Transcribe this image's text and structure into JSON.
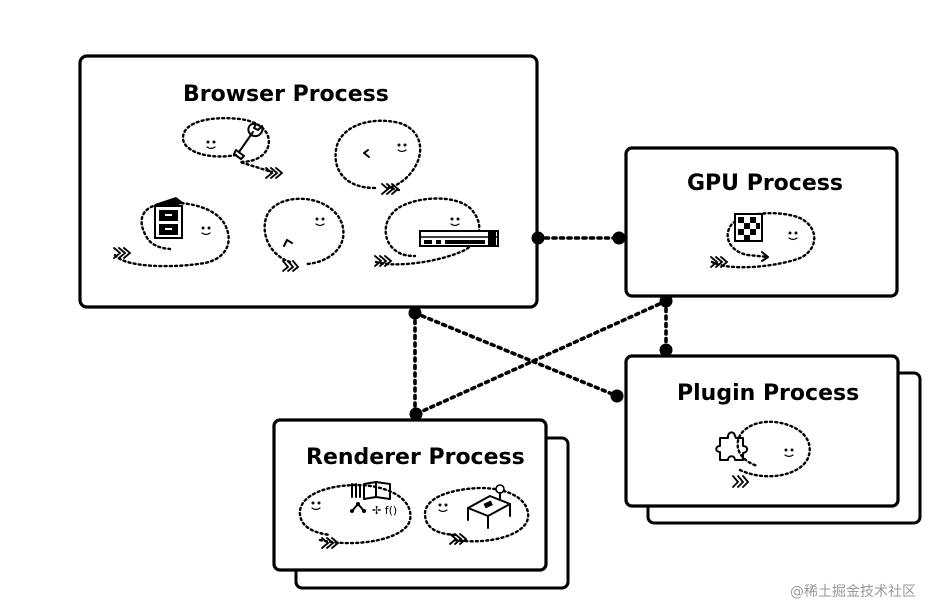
{
  "diagram": {
    "browser": {
      "title": "Browser Process"
    },
    "gpu": {
      "title": "GPU Process"
    },
    "plugin": {
      "title": "Plugin Process"
    },
    "renderer": {
      "title": "Renderer Process"
    }
  },
  "watermark": "@稀土掘金技术社区",
  "icons": {
    "browser_threads": [
      "wrench-icon",
      "thread-loop-icon",
      "file-cabinet-icon",
      "thread-loop-icon",
      "network-device-icon"
    ],
    "gpu_threads": [
      "pixel-grid-icon"
    ],
    "plugin_threads": [
      "puzzle-piece-icon"
    ],
    "renderer_threads": [
      "document-layout-icon",
      "canvas-bed-icon"
    ]
  },
  "colors": {
    "stroke": "#000000",
    "background": "#ffffff",
    "watermark": "#9a9a9a"
  }
}
